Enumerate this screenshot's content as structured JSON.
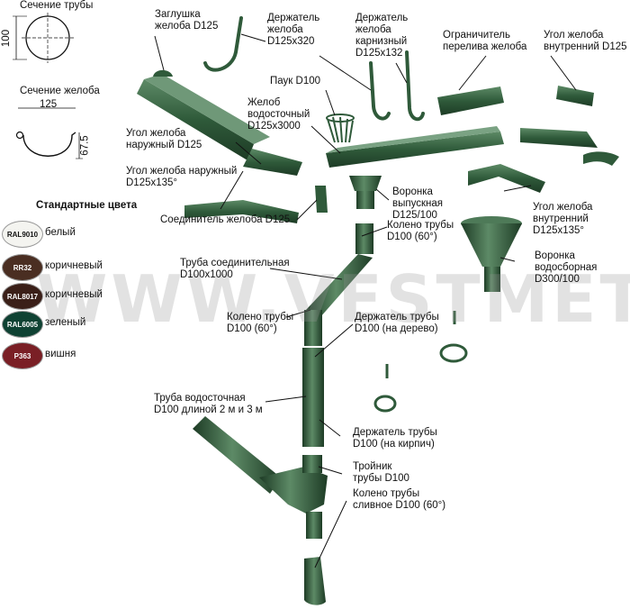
{
  "sections": {
    "pipe_section": "Сечение трубы",
    "pipe_dim": "100",
    "gutter_section": "Сечение желоба",
    "gutter_width": "125",
    "gutter_depth": "67.5"
  },
  "colors": {
    "title": "Стандартные цвета",
    "items": [
      {
        "code": "RAL9010",
        "name": "белый",
        "hex": "#f4f4f0"
      },
      {
        "code": "RR32",
        "name": "коричневый",
        "hex": "#4a2e22"
      },
      {
        "code": "RAL8017",
        "name": "коричневый",
        "hex": "#3a1f18"
      },
      {
        "code": "RAL6005",
        "name": "зеленый",
        "hex": "#0f4233"
      },
      {
        "code": "P363",
        "name": "вишня",
        "hex": "#7a1f25"
      }
    ]
  },
  "parts": [
    {
      "text": "Заглушка\nжелоба D125"
    },
    {
      "text": "Держатель\nжелоба\nD125x320"
    },
    {
      "text": "Держатель\nжелоба\nкарнизный\nD125x132"
    },
    {
      "text": "Ограничитель\nперелива желоба"
    },
    {
      "text": "Угол желоба\nвнутренний D125"
    },
    {
      "text": "Паук D100"
    },
    {
      "text": "Желоб\nводосточный\nD125x3000"
    },
    {
      "text": "Угол желоба\nнаружный D125"
    },
    {
      "text": "Угол желоба наружный\nD125x135°"
    },
    {
      "text": "Воронка\nвыпускная\nD125/100"
    },
    {
      "text": "Угол желоба\nвнутренний\nD125x135°"
    },
    {
      "text": "Соединитель желоба D125"
    },
    {
      "text": "Колено трубы\nD100 (60°)"
    },
    {
      "text": "Воронка\nводосборная\nD300/100"
    },
    {
      "text": "Труба соединительная\nD100x1000"
    },
    {
      "text": "Колено трубы\nD100 (60°)"
    },
    {
      "text": "Держатель трубы\nD100 (на дерево)"
    },
    {
      "text": "Труба водосточная\nD100 длиной 2 м и 3 м"
    },
    {
      "text": "Держатель трубы\nD100 (на кирпич)"
    },
    {
      "text": "Тройник\nтрубы D100"
    },
    {
      "text": "Колено трубы\nсливное D100 (60°)"
    }
  ],
  "watermark": "WWW.VESTMET.RU",
  "accent": "#2f5a3a"
}
